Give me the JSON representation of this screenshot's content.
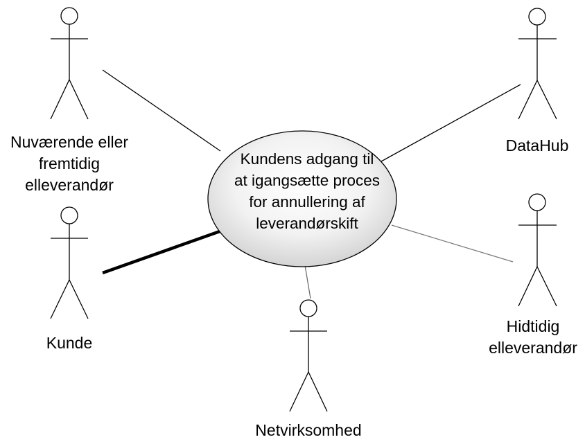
{
  "use_case": {
    "lines": [
      "Kundens adgang til",
      "at igangsætte proces",
      "for annullering af",
      "leverandørskift"
    ]
  },
  "actors": {
    "nuvaerende": {
      "lines": [
        "Nuværende eller",
        "fremtidig",
        "elleverandør"
      ]
    },
    "datahub": {
      "lines": [
        "DataHub"
      ]
    },
    "kunde": {
      "lines": [
        "Kunde"
      ]
    },
    "hidtidig": {
      "lines": [
        "Hidtidig",
        "elleverandør"
      ]
    },
    "netvirksomhed": {
      "lines": [
        "Netvirksomhed"
      ]
    }
  },
  "colors": {
    "ellipse_fill_light": "#ffffff",
    "ellipse_fill_dark": "#d9d9d9",
    "stroke": "#000000"
  }
}
